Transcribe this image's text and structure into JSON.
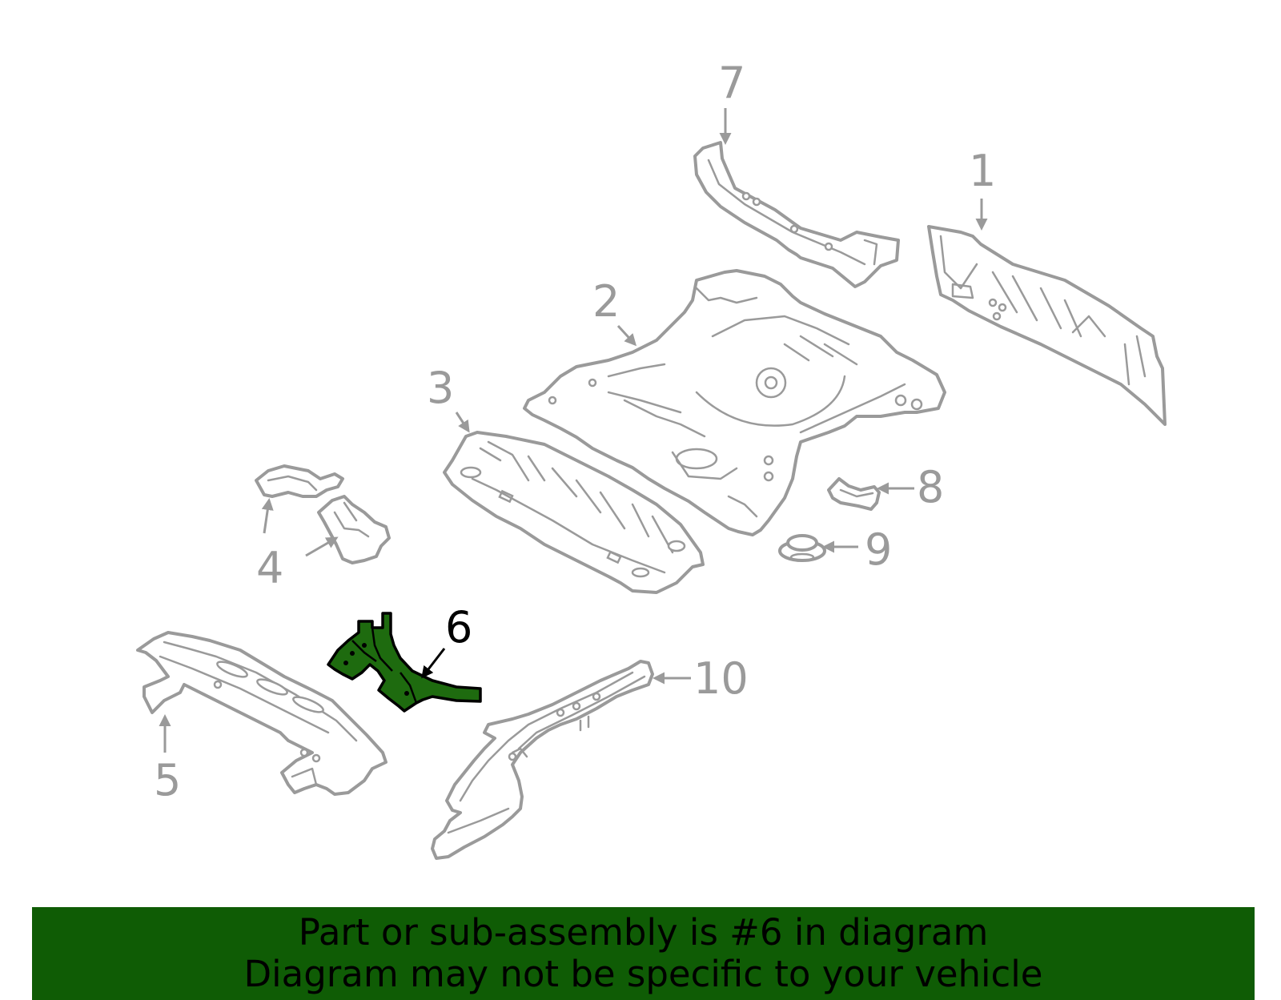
{
  "callouts": {
    "c1": "1",
    "c2": "2",
    "c3": "3",
    "c4": "4",
    "c5": "5",
    "c6": "6",
    "c7": "7",
    "c8": "8",
    "c9": "9",
    "c10": "10"
  },
  "highlight": {
    "part": "6",
    "color": "#1e6b0f"
  },
  "banner": {
    "line1": "Part or sub-assembly is #6 in diagram",
    "line2": "Diagram may not be specific to your vehicle",
    "background": "#0f5c05"
  }
}
